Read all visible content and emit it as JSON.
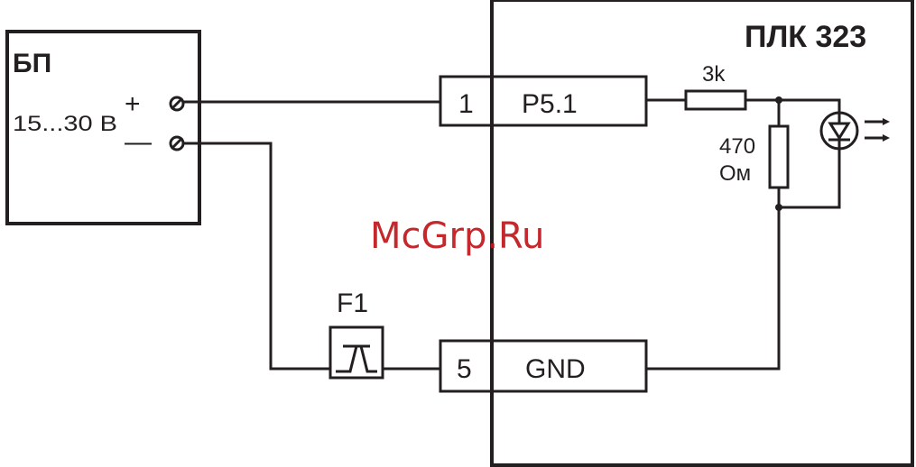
{
  "power_supply": {
    "title": "БП",
    "voltage": "15...30 В",
    "plus": "+",
    "minus": "—"
  },
  "plc": {
    "title": "ПЛК 323"
  },
  "terminals": {
    "output": {
      "number": "1",
      "name": "P5.1"
    },
    "ground": {
      "number": "5",
      "name": "GND"
    }
  },
  "resistor_series": {
    "value": "3k"
  },
  "resistor_parallel": {
    "value": "470",
    "unit": "Ом"
  },
  "fuse": {
    "label": "F1"
  },
  "watermark": {
    "text": "McGrp.Ru",
    "color": "#c0161b"
  },
  "colors": {
    "line": "#231f20",
    "background": "#ffffff"
  }
}
